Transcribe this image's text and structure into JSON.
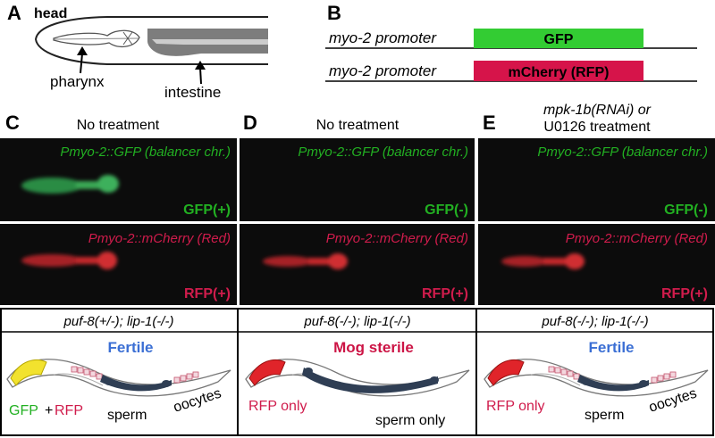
{
  "panel_a": {
    "label": "A",
    "head_label": "head",
    "pharynx_label": "pharynx",
    "intestine_label": "intestine"
  },
  "panel_b": {
    "label": "B",
    "rows": [
      {
        "promoter": "myo-2 promoter",
        "reporter": "GFP",
        "color": "#33cc33"
      },
      {
        "promoter": "myo-2 promoter",
        "reporter": "mCherry (RFP)",
        "color": "#d6144a"
      }
    ]
  },
  "columns": [
    {
      "label": "C",
      "title_lines": [
        "No treatment"
      ],
      "gfp_caption": "Pmyo-2::GFP (balancer chr.)",
      "gfp_status": "GFP(+)",
      "rfp_caption": "Pmyo-2::mCherry (Red)",
      "rfp_status": "RFP(+)",
      "genotype": "puf-8(+/-); lip-1(-/-)",
      "phenotype": "Fertile",
      "phenotype_color": "#3b6fd4",
      "marker_word_1": "GFP",
      "marker_plus": "+",
      "marker_word_2": "RFP",
      "label_sperm": "sperm",
      "label_oocytes": "oocytes"
    },
    {
      "label": "D",
      "title_lines": [
        "No treatment"
      ],
      "gfp_caption": "Pmyo-2::GFP (balancer chr.)",
      "gfp_status": "GFP(-)",
      "rfp_caption": "Pmyo-2::mCherry (Red)",
      "rfp_status": "RFP(+)",
      "genotype": "puf-8(-/-); lip-1(-/-)",
      "phenotype": "Mog sterile",
      "phenotype_color": "#cc1445",
      "marker_text": "RFP only",
      "label_sperm_only": "sperm only"
    },
    {
      "label": "E",
      "title_lines": [
        "mpk-1b(RNAi) or",
        "U0126 treatment"
      ],
      "gfp_caption": "Pmyo-2::GFP (balancer chr.)",
      "gfp_status": "GFP(-)",
      "rfp_caption": "Pmyo-2::mCherry (Red)",
      "rfp_status": "RFP(+)",
      "genotype": "puf-8(-/-); lip-1(-/-)",
      "phenotype": "Fertile",
      "phenotype_color": "#3b6fd4",
      "marker_text": "RFP only",
      "label_sperm": "sperm",
      "label_oocytes": "oocytes"
    }
  ],
  "colors": {
    "gfp_text": "#22b022",
    "rfp_text": "#d01c4c",
    "micro_bg": "#0c0c0c",
    "worm_gfp": "#2f9a4a",
    "worm_rfp": "#c4262a",
    "pharynx_yellow": "#f2e22e",
    "pharynx_red": "#e0242a"
  }
}
